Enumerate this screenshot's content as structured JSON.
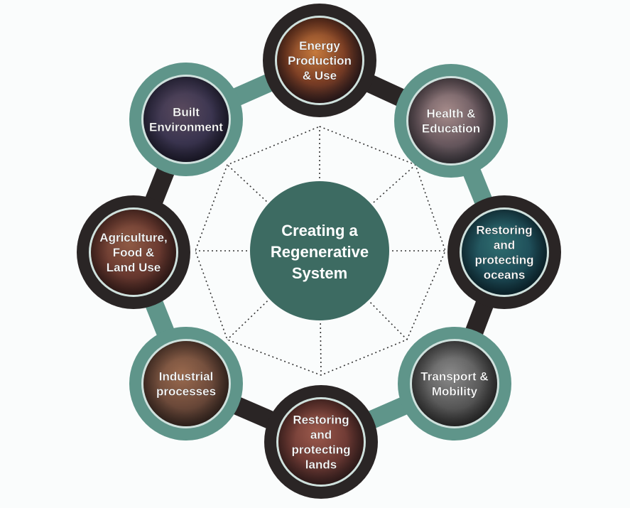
{
  "center": {
    "lines": [
      "Creating a",
      "Regenerative",
      "System"
    ],
    "color": "#3d6b62"
  },
  "colors": {
    "teal_ring": "#5f958a",
    "dark_ring": "#2a2525",
    "edge_light": "#cfe1dd",
    "text": "#ffffff"
  },
  "nodes": [
    {
      "id": "energy-production",
      "lines": [
        "Energy",
        "Production",
        "& Use"
      ],
      "ring": "dark",
      "photo": [
        "#2a1b22",
        "#7a3d24",
        "#c67a3c"
      ]
    },
    {
      "id": "health-education",
      "lines": [
        "Health &",
        "Education"
      ],
      "ring": "teal",
      "photo": [
        "#3b3940",
        "#6b5a60",
        "#a78c8b"
      ]
    },
    {
      "id": "restoring-oceans",
      "lines": [
        "Restoring",
        "and",
        "protecting",
        "oceans"
      ],
      "ring": "dark",
      "photo": [
        "#0d2a35",
        "#1f4f5a",
        "#2f6d6f"
      ]
    },
    {
      "id": "transport-mobility",
      "lines": [
        "Transport &",
        "Mobility"
      ],
      "ring": "teal",
      "photo": [
        "#2e2e2e",
        "#5a5a5a",
        "#8a8a8a"
      ]
    },
    {
      "id": "restoring-lands",
      "lines": [
        "Restoring",
        "and",
        "protecting",
        "lands"
      ],
      "ring": "dark",
      "photo": [
        "#3a2222",
        "#6e3a34",
        "#9c5a4c"
      ]
    },
    {
      "id": "industrial-processes",
      "lines": [
        "Industrial",
        "processes"
      ],
      "ring": "teal",
      "photo": [
        "#3a2a24",
        "#6d4a3a",
        "#9a6a4e"
      ]
    },
    {
      "id": "agriculture-food",
      "lines": [
        "Agriculture,",
        "Food &",
        "Land Use"
      ],
      "ring": "dark",
      "photo": [
        "#3a1f1d",
        "#6b3a30",
        "#8f5a44"
      ]
    },
    {
      "id": "built-environment",
      "lines": [
        "Built",
        "Environment"
      ],
      "ring": "teal",
      "photo": [
        "#1e1c2e",
        "#3b3550",
        "#5a4a5e"
      ]
    }
  ]
}
